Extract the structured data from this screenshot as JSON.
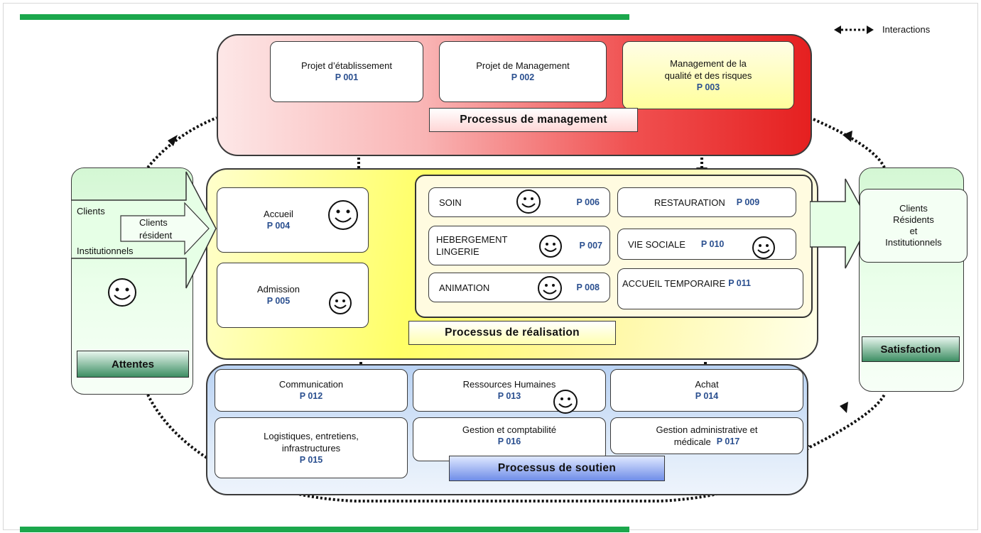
{
  "legend": {
    "label": "Interactions"
  },
  "management": {
    "label": "Processus de management",
    "boxes": [
      {
        "name": "Projet d’établissement",
        "code": "P 001"
      },
      {
        "name": "Projet de Management",
        "code": "P 002"
      },
      {
        "name_line1": "Management de la",
        "name_line2": "qualité  et des risques",
        "code": "P 003"
      }
    ]
  },
  "realisation": {
    "label": "Processus de réalisation",
    "accueil": {
      "name": "Accueil",
      "code": "P 004"
    },
    "admission": {
      "name": "Admission",
      "code": "P 005"
    },
    "soin": {
      "name": "SOIN",
      "code": "P 006"
    },
    "hebergement": {
      "name_line1": "HEBERGEMENT",
      "name_line2": "LINGERIE",
      "code": "P 007"
    },
    "animation": {
      "name": "ANIMATION",
      "code": "P 008"
    },
    "restauration": {
      "name": "RESTAURATION",
      "code": "P 009"
    },
    "vie_sociale": {
      "name": "VIE  SOCIALE",
      "code": "P 010"
    },
    "accueil_temporaire": {
      "name": "ACCUEIL TEMPORAIRE",
      "code": "P 011"
    }
  },
  "soutien": {
    "label": "Processus de soutien",
    "communication": {
      "name": "Communication",
      "code": "P 012"
    },
    "rh": {
      "name": "Ressources Humaines",
      "code": "P 013"
    },
    "achat": {
      "name": "Achat",
      "code": "P 014"
    },
    "logistique": {
      "name_line1": "Logistiques, entretiens,",
      "name_line2": "infrastructures",
      "code": "P 015"
    },
    "gestion_compta": {
      "name": "Gestion et comptabilité",
      "code": "P 016"
    },
    "gestion_admin": {
      "name_line1": "Gestion administrative et",
      "name_line2": "médicale",
      "code": "P 017"
    }
  },
  "left_panel": {
    "clients": "Clients",
    "clients_resident_1": "Clients",
    "clients_resident_2": "résident",
    "institutionnels": "Institutionnels",
    "attentes": "Attentes"
  },
  "right_panel": {
    "line1": "Clients",
    "line2": "Résidents",
    "line3": "et",
    "line4": "Institutionnels",
    "satisfaction": "Satisfaction"
  },
  "colors": {
    "green_bar": "#1ba74c",
    "pcode": "#2a4f8f",
    "management_red": "#e52020",
    "realisation_yellow": "#ffff66",
    "soutien_blue": "#b9d2f3"
  }
}
